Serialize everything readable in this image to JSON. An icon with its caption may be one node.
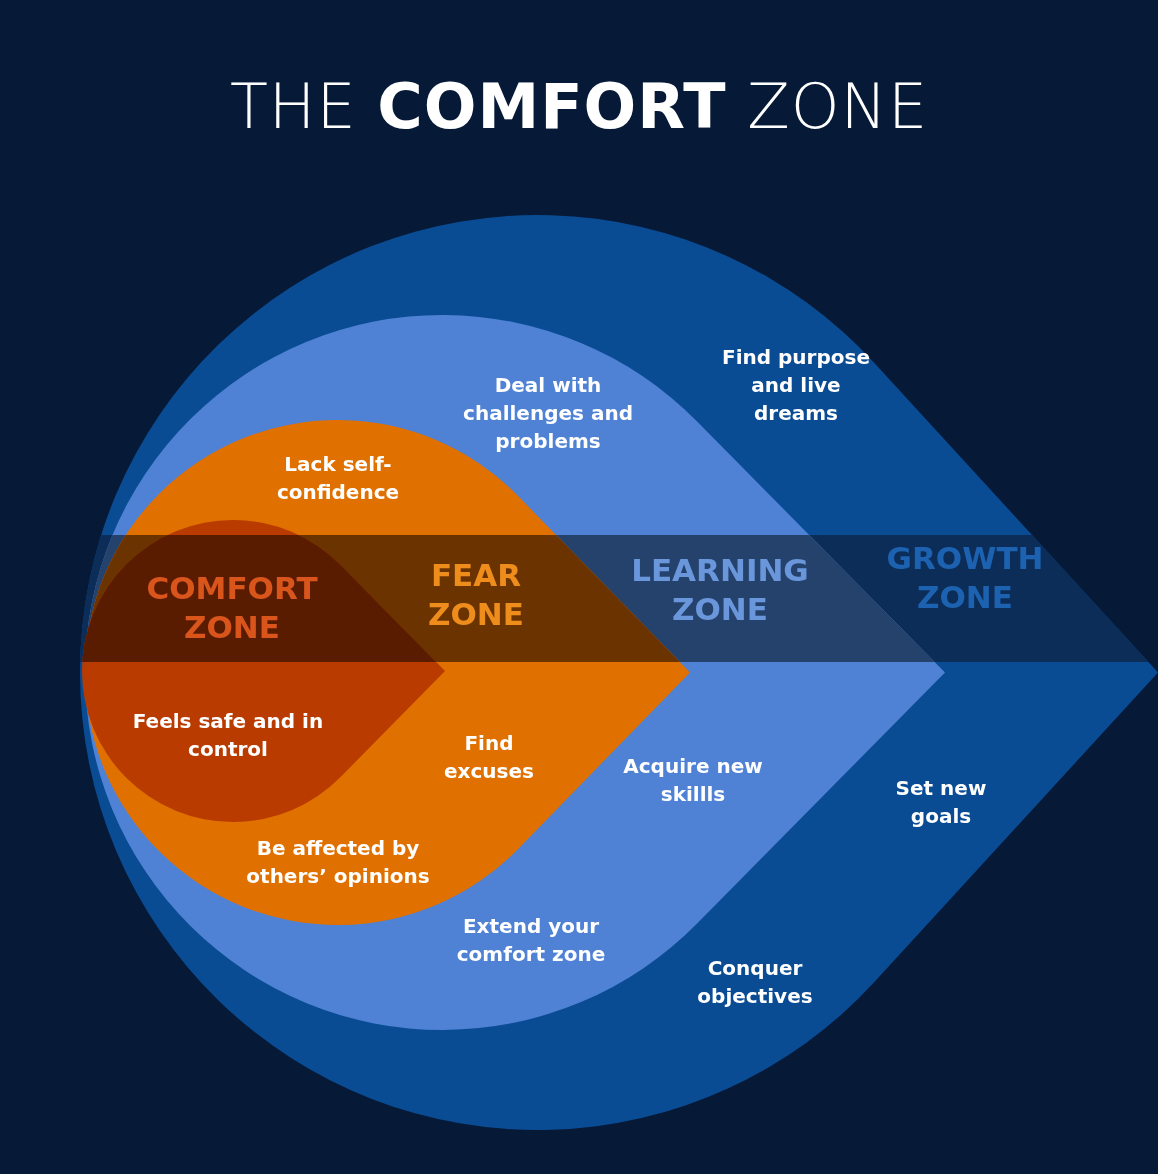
{
  "diagram": {
    "title": "THE **COMFORT** ZONE",
    "nodes": [
      {
        "text": [
          "GROWTH ZONE",
          "Find purpose and live dreams",
          "Set new goals",
          "Conquer objectives"
        ]
      },
      {
        "text": [
          "LEARNING ZONE",
          "Deal with challenges and problems",
          "Acquire new skillls",
          "Extend your comfort zone"
        ],
        "in": 0
      },
      {
        "text": [
          "FEAR ZONE",
          "Lack self-confidence",
          "Find excuses",
          "Be affected by others’ opinions"
        ],
        "in": 1
      },
      {
        "text": [
          "COMFORT ZONE",
          "Feels safe and in control"
        ],
        "in": 2
      }
    ]
  }
}
